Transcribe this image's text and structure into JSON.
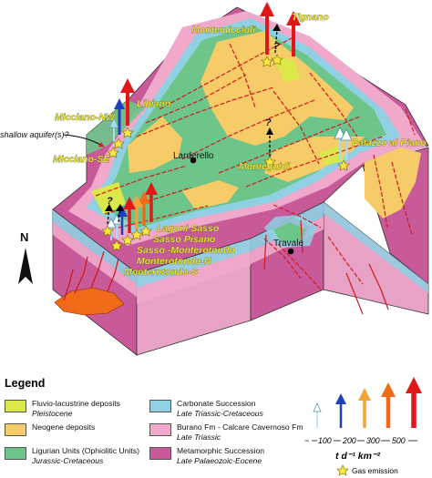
{
  "localities": {
    "montemiccioli": "Montemiccioli",
    "tignano": "Tignano",
    "lisciano": "Libiano",
    "micciano_nw": "Micciano-NW",
    "micciano_se": "Micciano-SE",
    "shallow": "shallow aquifer(s)?",
    "larderello": "Larderello",
    "monteguidi": "Monteguidi",
    "palazzo": "Palazzo al Piano",
    "lagoni": "Lagoni Sasso",
    "sasso_pisano": "Sasso Pisano",
    "sasso_monterotondo": "Sasso -Monterotondo",
    "monterotondo_n": "Monterotondo-N",
    "monterotondo_s": "Monterotondo-S",
    "travale": "Travale",
    "north": "N",
    "question": "?"
  },
  "legend": {
    "title": "Legend",
    "items": [
      {
        "name": "Fluvio-lacustrine deposits",
        "age": "Pleistocene",
        "color": "#dbe84a"
      },
      {
        "name": "Neogene deposits",
        "age": "",
        "color": "#f6cc68"
      },
      {
        "name": "Ligurian Units (Ophiolitic Units)",
        "age": "Jurassic-Cretaceous",
        "color": "#6dc58a"
      },
      {
        "name": "Carbonate Succession",
        "age": "Late Triassic-Cretaceous",
        "color": "#8fd0e3"
      },
      {
        "name": "Burano Fm - Calcare Cavernoso Fm",
        "age": "Late Triassic",
        "color": "#f0a8cb"
      },
      {
        "name": "Metamorphic Succession",
        "age": "Late Palaeozoic-Eocene",
        "color": "#c85a9a"
      }
    ]
  },
  "flux_scale": {
    "labels": [
      "100",
      "200",
      "300",
      "500"
    ],
    "prefix": "~",
    "arrow_colors": [
      "#a9dcef",
      "#1f3fbf",
      "#f2a33c",
      "#f06a1a",
      "#e01818"
    ],
    "units": "t d⁻¹ km⁻²",
    "gas_emission": "Gas emission"
  },
  "colors": {
    "fluvio": "#dbe84a",
    "neogene": "#f6cc68",
    "ligurian": "#6dc58a",
    "carbonate": "#8fd0e3",
    "burano": "#f0a8cb",
    "metamorphic": "#c85a9a",
    "fault": "#d01a1a"
  }
}
